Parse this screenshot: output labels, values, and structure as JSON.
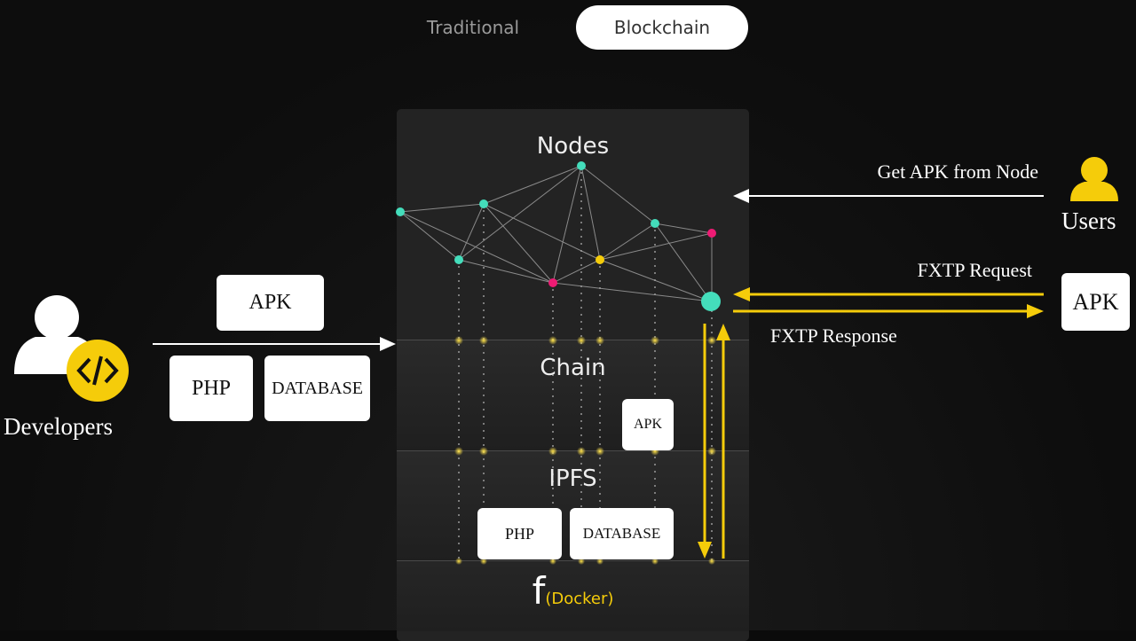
{
  "tabs": [
    {
      "label": "Traditional",
      "active": false
    },
    {
      "label": "Blockchain",
      "active": true
    }
  ],
  "colors": {
    "accent_yellow": "#f5cc0a",
    "node_teal": "#44ddbb",
    "node_pink": "#ee1b74",
    "panel": "#232323"
  },
  "layers": {
    "nodes": "Nodes",
    "chain": "Chain",
    "ipfs": "IPFS",
    "docker_f": "f",
    "docker_label": "(Docker)"
  },
  "developers": {
    "label": "Developers",
    "icon": "developer-code-icon",
    "boxes": {
      "apk": "APK",
      "php": "PHP",
      "database": "DATABASE"
    }
  },
  "chain_box": "APK",
  "ipfs_boxes": {
    "php": "PHP",
    "database": "DATABASE"
  },
  "users": {
    "label": "Users",
    "icon": "user-icon",
    "get_apk": "Get APK from Node",
    "request": "FXTP Request",
    "response": "FXTP Response",
    "apk_box": "APK"
  }
}
